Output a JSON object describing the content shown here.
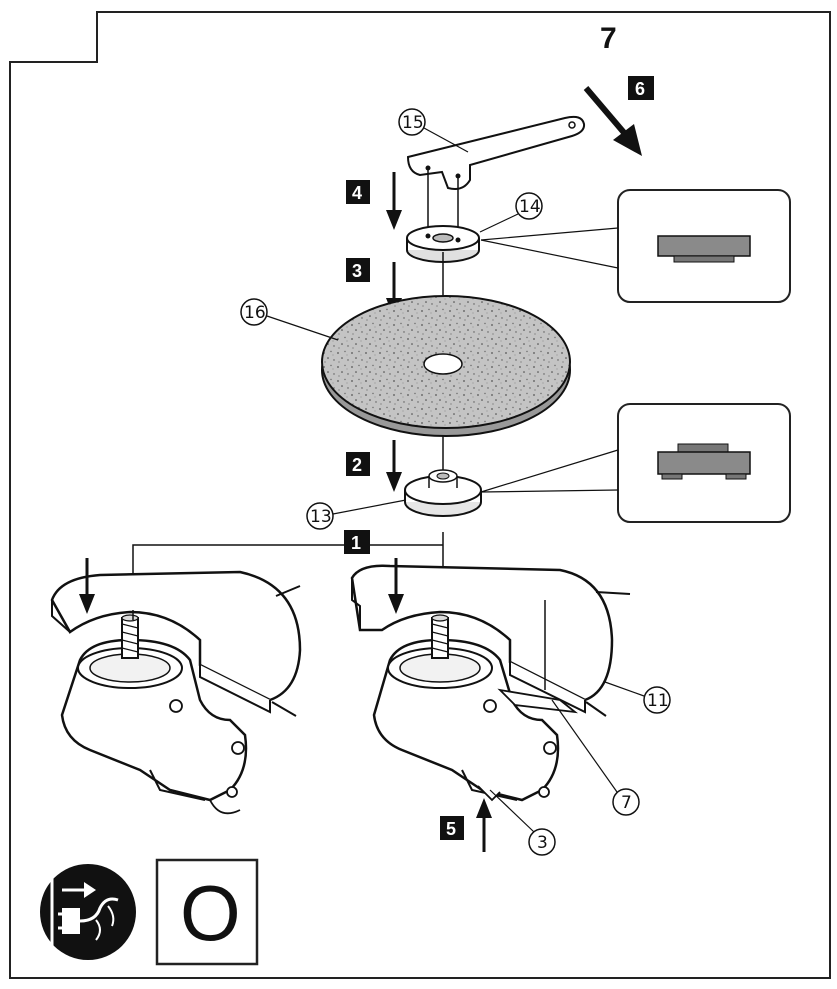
{
  "page": {
    "number": "7"
  },
  "steps": {
    "s1": "1",
    "s2": "2",
    "s3": "3",
    "s4": "4",
    "s5": "5",
    "s6": "6"
  },
  "callouts": {
    "c3": "3",
    "c7": "7",
    "c11": "11",
    "c13": "13",
    "c14": "14",
    "c15": "15",
    "c16": "16"
  },
  "symbols": {
    "unplug": "unplug-power-icon",
    "panel_letter": "O"
  },
  "colors": {
    "ink": "#111111",
    "wheel": "#bdbdbd",
    "flange_gray": "#8a8a8a",
    "frame": "#222222"
  }
}
